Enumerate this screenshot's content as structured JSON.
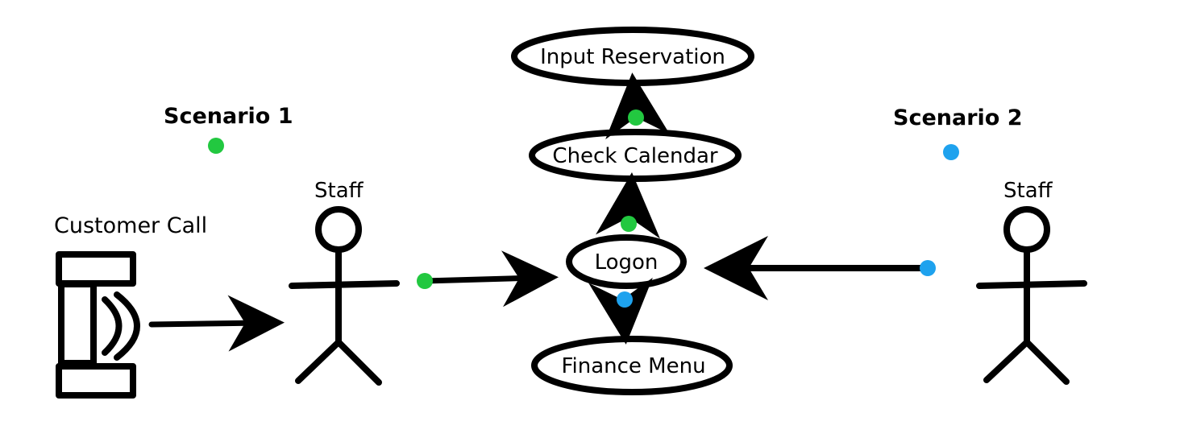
{
  "scenarios": {
    "one": {
      "label": "Scenario 1"
    },
    "two": {
      "label": "Scenario 2"
    }
  },
  "actors": {
    "customer_call": {
      "label": "Customer Call",
      "icon": "phone-icon"
    },
    "staff_left": {
      "label": "Staff",
      "icon": "stick-figure-icon"
    },
    "staff_right": {
      "label": "Staff",
      "icon": "stick-figure-icon"
    }
  },
  "nodes": {
    "input_reservation": {
      "label": "Input Reservation"
    },
    "check_calendar": {
      "label": "Check Calendar"
    },
    "logon": {
      "label": "Logon"
    },
    "finance_menu": {
      "label": "Finance Menu"
    }
  },
  "colors": {
    "scenario_1": "#22c840",
    "scenario_2": "#1ea2ee",
    "ink": "#000000",
    "background": "#ffffff"
  }
}
